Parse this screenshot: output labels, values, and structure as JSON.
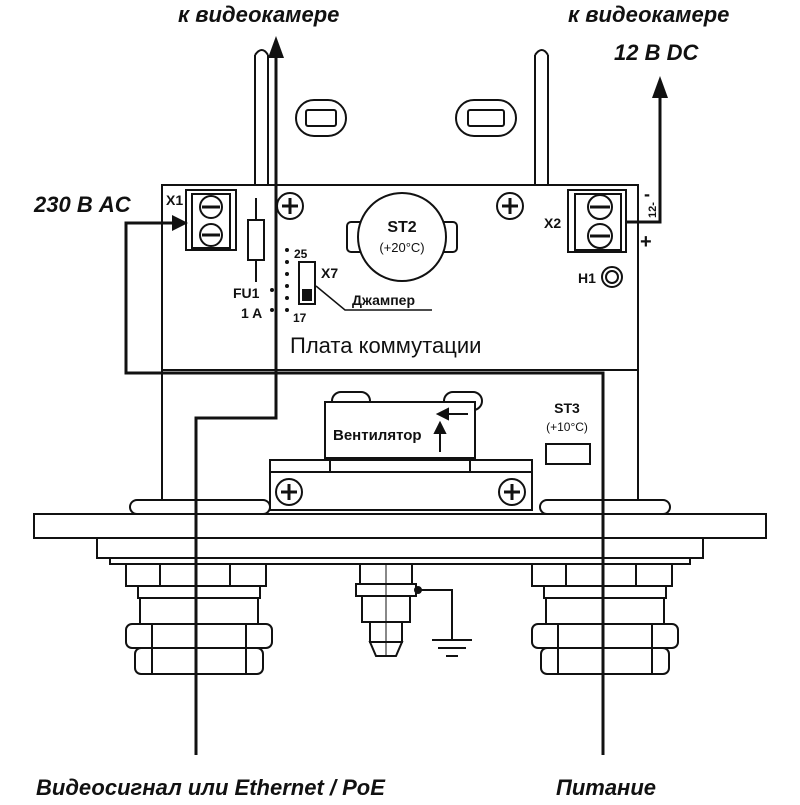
{
  "labels": {
    "top_left_arrow": "к видеокамере",
    "top_right_arrow": "к видеокамере",
    "top_right_voltage": "12 В DC",
    "input_ac": "230 В AC",
    "x1": "X1",
    "x2": "X2",
    "minus": "-",
    "plus": "+",
    "v12": "12-",
    "st2_name": "ST2",
    "st2_temp": "(+20°C)",
    "h1": "H1",
    "pin25": "25",
    "pin17": "17",
    "x7": "X7",
    "jumper": "Джампер",
    "fu1": "FU1",
    "fuse_rating": "1 A",
    "board": "Плата коммутации",
    "st3_name": "ST3",
    "st3_temp": "(+10°C)",
    "fan": "Вентилятор",
    "bottom_left": "Видеосигнал или Ethernet / PoE",
    "bottom_right": "Питание"
  },
  "colors": {
    "line": "#111111",
    "background": "#ffffff"
  }
}
